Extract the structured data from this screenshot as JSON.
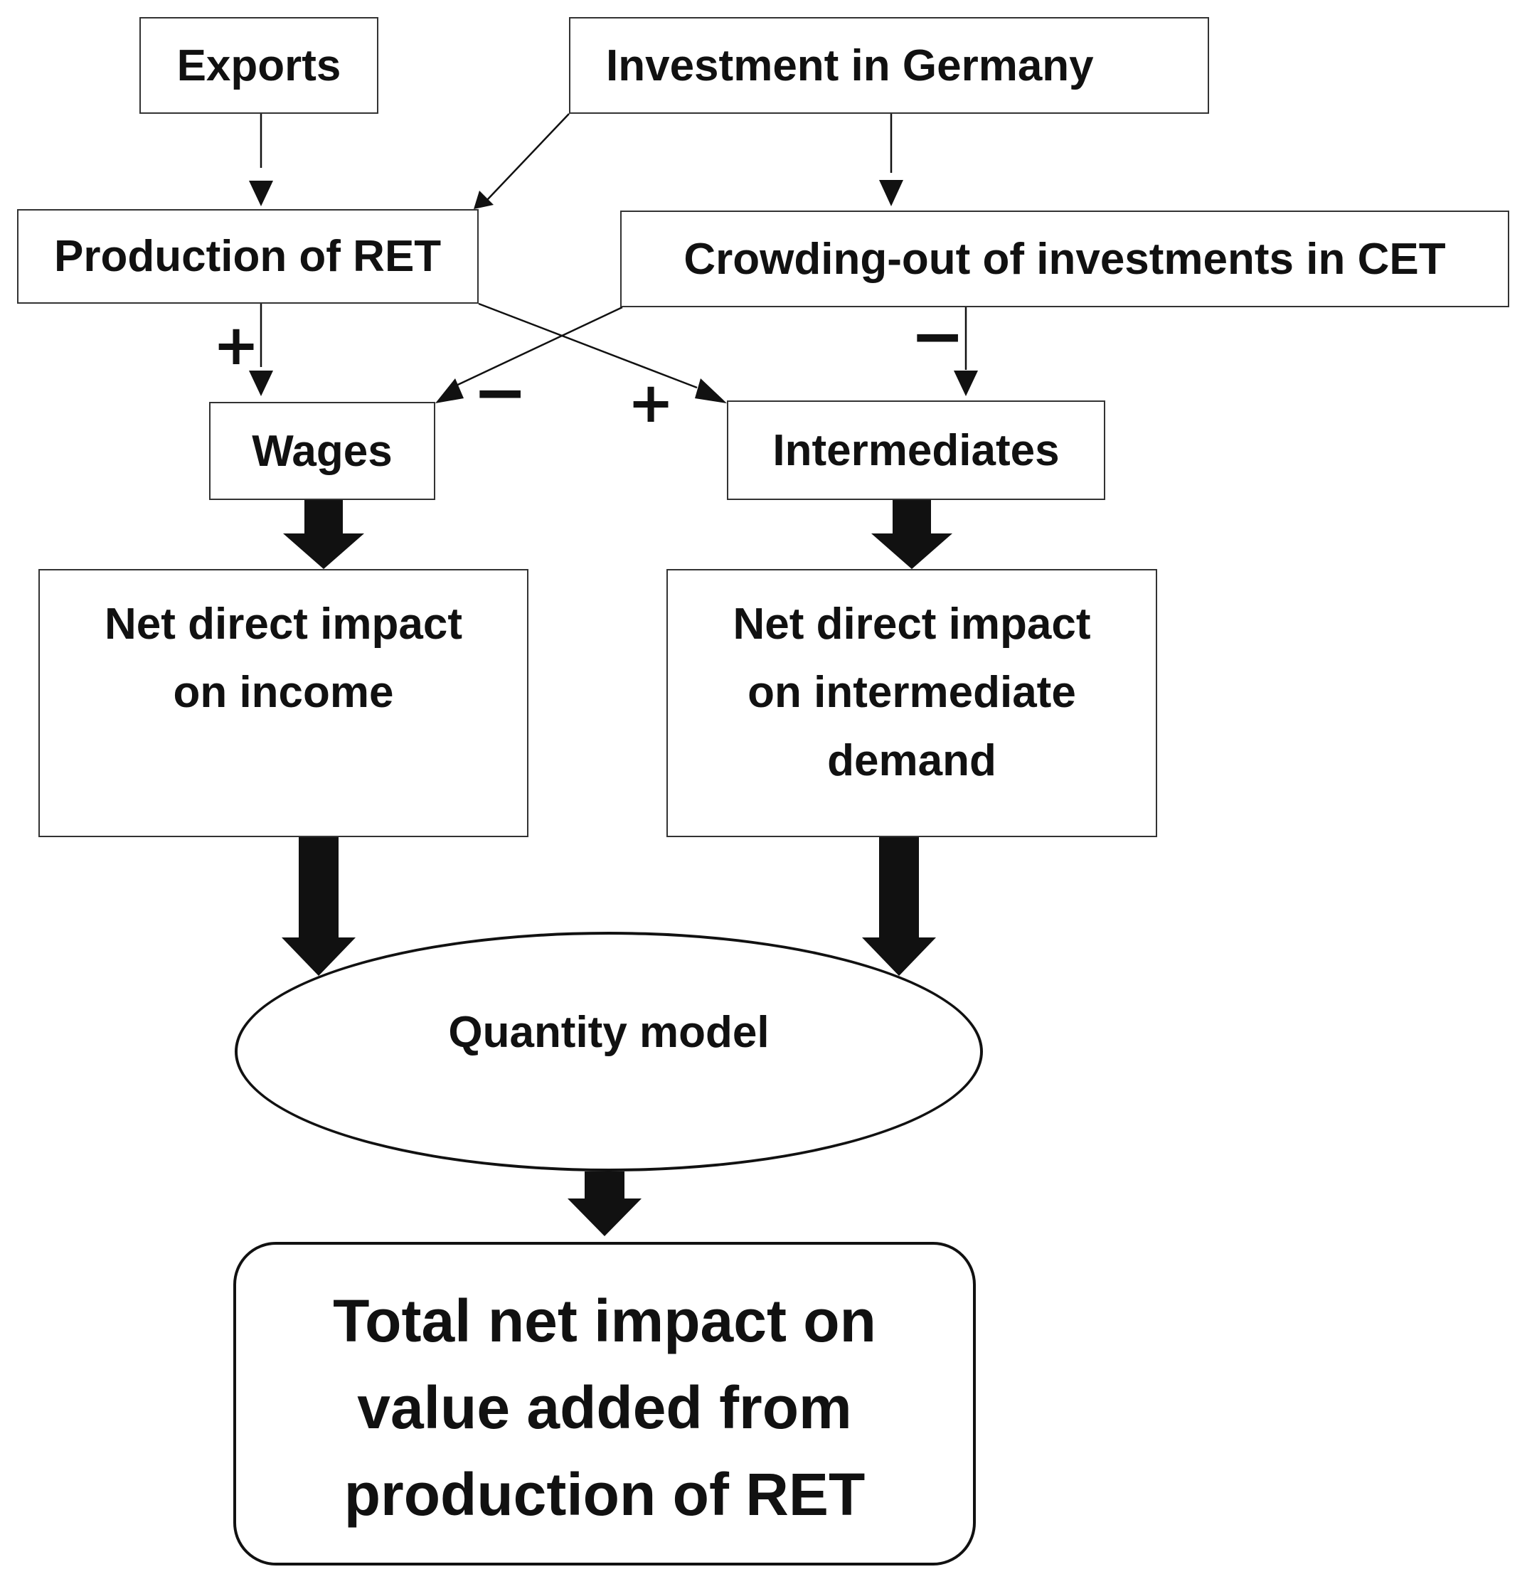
{
  "nodes": {
    "exports": "Exports",
    "investment_germany": "Investment in Germany",
    "production_ret": "Production of RET",
    "crowding_out": "Crowding-out of investments in CET",
    "wages": "Wages",
    "intermediates": "Intermediates",
    "income_impact": [
      "Net direct impact",
      "on income"
    ],
    "intermediate_impact": [
      "Net direct impact",
      "on intermediate",
      "demand"
    ],
    "quantity_model": "Quantity model",
    "total_impact": [
      "Total net impact on",
      "value added from",
      "production of RET"
    ]
  },
  "signs": {
    "production_to_wages": "+",
    "crowding_to_wages": "−",
    "production_to_intermediates": "+",
    "crowding_to_intermediates": "−"
  },
  "colors": {
    "stroke": "#111111",
    "box_border": "#333333"
  }
}
